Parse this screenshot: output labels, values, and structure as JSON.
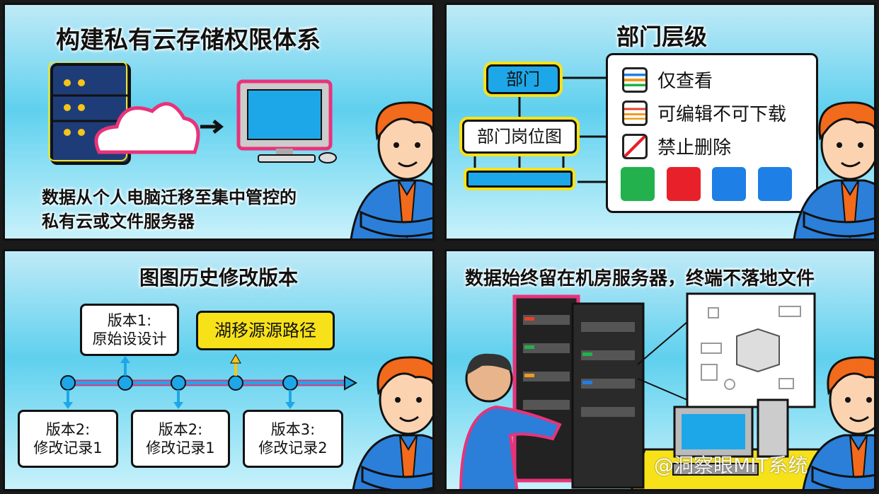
{
  "panel1": {
    "title": "构建私有云存储权限体系",
    "caption_line1": "数据从个人电脑迁移至集中管控的",
    "caption_line2": "私有云或文件服务器"
  },
  "panel2": {
    "title": "部门层级",
    "dept": "部门",
    "org_chart": "部门岗位图",
    "permissions": [
      {
        "label": "仅查看",
        "icon": "list-icon"
      },
      {
        "label": "可编辑不可下载",
        "icon": "edit-no-download-icon"
      },
      {
        "label": "禁止删除",
        "icon": "no-delete-icon"
      }
    ],
    "app_icons": [
      {
        "icon": "document-icon",
        "color": "#22b14c"
      },
      {
        "icon": "forbidden-icon",
        "color": "#e8202a"
      },
      {
        "icon": "check-shield-icon",
        "color": "#1e7fe6"
      },
      {
        "icon": "clipboard-icon",
        "color": "#1e7fe6"
      }
    ]
  },
  "panel3": {
    "title": "图图历史修改版本",
    "v1_line1": "版本1:",
    "v1_line2": "原始设设计",
    "highlight": "湖移源源路径",
    "bottom": [
      {
        "line1": "版本2:",
        "line2": "修改记录1"
      },
      {
        "line1": "版本2:",
        "line2": "修改记录1"
      },
      {
        "line1": "版本3:",
        "line2": "修改记录2"
      }
    ]
  },
  "panel4": {
    "title": "数据始终留在机房服务器，终端不落地文件"
  },
  "watermark": "@洞察眼MIT系统",
  "colors": {
    "accent_blue": "#1ea7e8",
    "highlight_yellow": "#f7e21a",
    "pink_outline": "#e8337a"
  }
}
